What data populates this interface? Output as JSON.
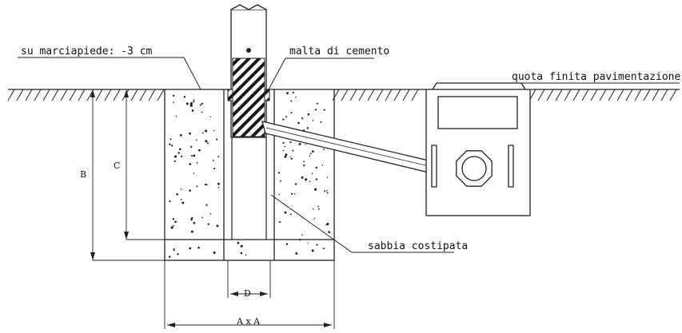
{
  "labels": {
    "sidewalk": "su marciapiede: -3 cm",
    "mortar": "malta di cemento",
    "finished_level": "quota finita pavimentazione",
    "sand": "sabbia costipata"
  },
  "dimensions": {
    "a": "A x A",
    "b": "B",
    "c": "C",
    "d": "D"
  }
}
